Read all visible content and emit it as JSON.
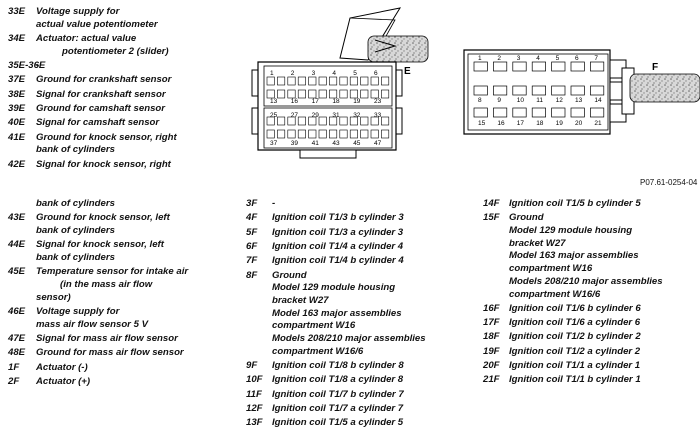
{
  "left_top": [
    {
      "pin": "33E",
      "lines": [
        "Voltage supply for",
        "actual value potentiometer"
      ]
    },
    {
      "pin": "34E",
      "lines": [
        "Actuator: actual value",
        "potentiometer 2 (slider)"
      ]
    },
    {
      "pin": "35E-36E",
      "lines": [
        "-"
      ]
    },
    {
      "pin": "37E",
      "lines": [
        "Ground for crankshaft sensor"
      ]
    },
    {
      "pin": "38E",
      "lines": [
        "Signal for crankshaft sensor"
      ]
    },
    {
      "pin": "39E",
      "lines": [
        "Ground for camshaft sensor"
      ]
    },
    {
      "pin": "40E",
      "lines": [
        "Signal for camshaft sensor"
      ]
    },
    {
      "pin": "41E",
      "lines": [
        "Ground for knock sensor, right",
        "bank of cylinders"
      ]
    },
    {
      "pin": "42E",
      "lines": [
        "Signal for knock sensor, right"
      ]
    }
  ],
  "left_bottom": [
    {
      "pin": "",
      "lines": [
        "bank of cylinders"
      ]
    },
    {
      "pin": "43E",
      "lines": [
        "Ground for knock sensor, left",
        "bank of cylinders"
      ]
    },
    {
      "pin": "44E",
      "lines": [
        "Signal for knock sensor, left",
        "bank of cylinders"
      ]
    },
    {
      "pin": "45E",
      "lines": [
        "Temperature sensor for intake air",
        "(in the mass air flow",
        "sensor)"
      ]
    },
    {
      "pin": "46E",
      "lines": [
        "Voltage supply for",
        "mass air flow sensor 5 V"
      ]
    },
    {
      "pin": "47E",
      "lines": [
        "Signal for mass air flow sensor"
      ]
    },
    {
      "pin": "48E",
      "lines": [
        "Ground for mass air flow sensor"
      ]
    },
    {
      "pin": "1F",
      "lines": [
        "Actuator (-)"
      ]
    },
    {
      "pin": "2F",
      "lines": [
        "Actuator (+)"
      ]
    }
  ],
  "middle": [
    {
      "pin": "3F",
      "lines": [
        "-"
      ]
    },
    {
      "pin": "4F",
      "lines": [
        "Ignition coil T1/3 b cylinder 3"
      ]
    },
    {
      "pin": "5F",
      "lines": [
        "Ignition coil T1/3 a cylinder 3"
      ]
    },
    {
      "pin": "6F",
      "lines": [
        "Ignition coil T1/4 a cylinder 4"
      ]
    },
    {
      "pin": "7F",
      "lines": [
        "Ignition coil T1/4 b cylinder 4"
      ]
    },
    {
      "pin": "8F",
      "lines": [
        "Ground",
        "Model 129 module housing",
        "bracket W27",
        "Model 163 major assemblies",
        "compartment W16",
        "Models 208/210 major assemblies",
        "compartment W16/6"
      ]
    },
    {
      "pin": "9F",
      "lines": [
        "Ignition coil T1/8 b cylinder 8"
      ]
    },
    {
      "pin": "10F",
      "lines": [
        "Ignition coil T1/8 a cylinder 8"
      ]
    },
    {
      "pin": "11F",
      "lines": [
        "Ignition coil T1/7 b cylinder 7"
      ]
    },
    {
      "pin": "12F",
      "lines": [
        "Ignition coil T1/7 a cylinder 7"
      ]
    },
    {
      "pin": "13F",
      "lines": [
        "Ignition coil T1/5 a cylinder 5"
      ]
    }
  ],
  "right": [
    {
      "pin": "14F",
      "lines": [
        "Ignition coil T1/5 b cylinder 5"
      ]
    },
    {
      "pin": "15F",
      "lines": [
        "Ground",
        "Model 129 module housing",
        "bracket W27",
        "Model 163 major assemblies",
        "compartment W16",
        "Models 208/210 major assemblies",
        "compartment W16/6"
      ]
    },
    {
      "pin": "16F",
      "lines": [
        "Ignition coil T1/6 b cylinder 6"
      ]
    },
    {
      "pin": "17F",
      "lines": [
        "Ignition coil T1/6 a cylinder 6"
      ]
    },
    {
      "pin": "18F",
      "lines": [
        "Ignition coil T1/2 b cylinder 2"
      ]
    },
    {
      "pin": "19F",
      "lines": [
        "Ignition coil T1/2 a cylinder 2"
      ]
    },
    {
      "pin": "20F",
      "lines": [
        "Ignition coil T1/1 a cylinder 1"
      ]
    },
    {
      "pin": "21F",
      "lines": [
        "Ignition coil T1/1 b cylinder 1"
      ]
    }
  ],
  "diagram": {
    "connector_e_label": "E",
    "connector_f_label": "F",
    "figure_id": "P07.61-0254-04",
    "e_row1": [
      "1",
      "2",
      "3",
      "4",
      "5",
      "6"
    ],
    "e_row2": [
      "13",
      "16",
      "17",
      "18",
      "19",
      "23"
    ],
    "e_row3": [
      "25",
      "27",
      "29",
      "31",
      "32",
      "33"
    ],
    "e_row4": [
      "37",
      "39",
      "41",
      "43",
      "45",
      "47"
    ],
    "f_row1": [
      "1",
      "2",
      "3",
      "4",
      "5",
      "6",
      "7"
    ],
    "f_row2": [
      "8",
      "9",
      "10",
      "11",
      "12",
      "13",
      "14"
    ],
    "f_row3": [
      "15",
      "16",
      "17",
      "18",
      "19",
      "20",
      "21"
    ]
  }
}
